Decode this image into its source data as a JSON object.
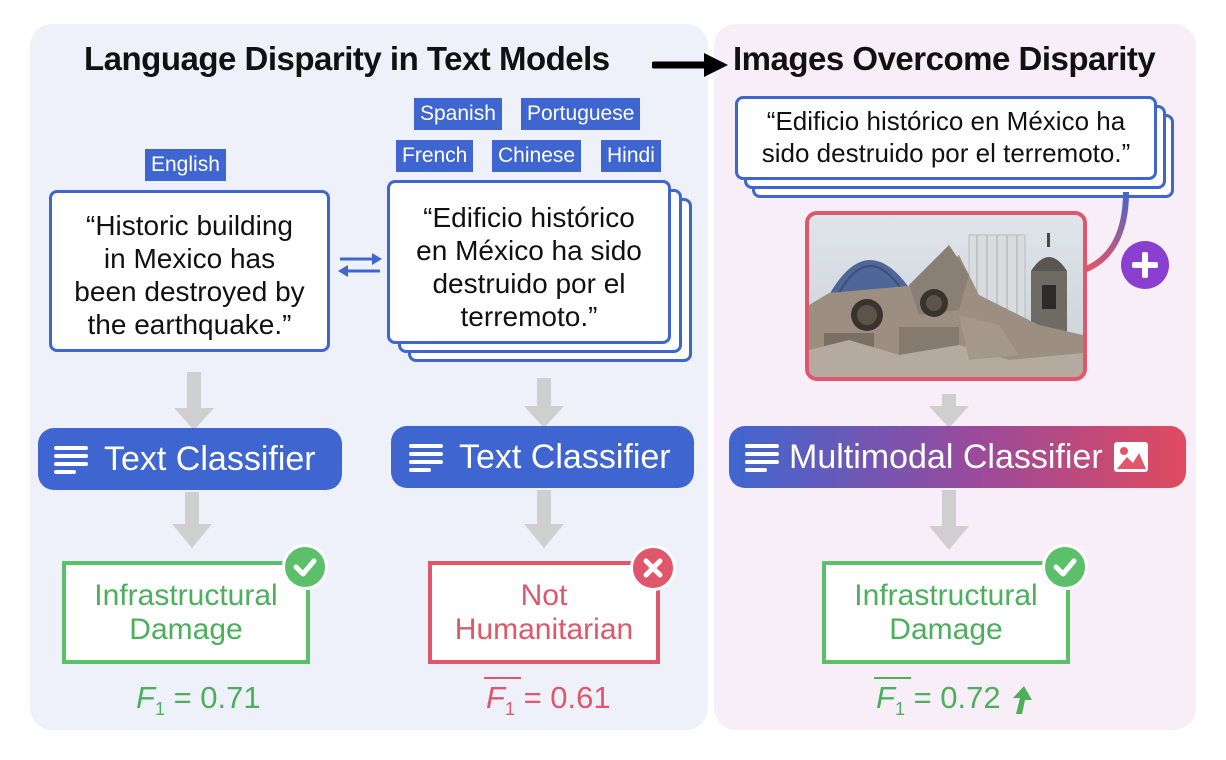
{
  "left_heading": "Language Disparity in Text Models",
  "right_heading": "Images Overcome Disparity",
  "tags": {
    "english": "English",
    "spanish": "Spanish",
    "portuguese": "Portuguese",
    "french": "French",
    "chinese": "Chinese",
    "hindi": "Hindi"
  },
  "english_quote": [
    "“Historic building",
    "in Mexico has",
    "been destroyed by",
    "the earthquake.”"
  ],
  "spanish_quote": [
    "“Edificio histórico",
    "en México ha sido",
    "destruido por el",
    "terremoto.”"
  ],
  "right_quote": [
    "“Edificio histórico en México ha",
    "sido destruido por el terremoto.”"
  ],
  "classifiers": {
    "text_1": "Text Classifier",
    "text_2": "Text Classifier",
    "multimodal": "Multimodal Classifier"
  },
  "results": {
    "left": [
      "Infrastructural",
      "Damage"
    ],
    "middle": [
      "Not",
      "Humanitarian"
    ],
    "right": [
      "Infrastructural",
      "Damage"
    ]
  },
  "scores": {
    "left": {
      "symbol": "F",
      "sub": "1",
      "text": " = 0.71"
    },
    "middle": {
      "symbol": "F",
      "sub": "1",
      "text": " = 0.61"
    },
    "right": {
      "symbol": "F",
      "sub": "1",
      "text": " = 0.72"
    }
  },
  "colors": {
    "blue": "#3f66d0",
    "green": "#5cc06a",
    "red": "#e0566a",
    "purple": "#8b3fd0",
    "arrow_gray": "#cfcfcf"
  }
}
